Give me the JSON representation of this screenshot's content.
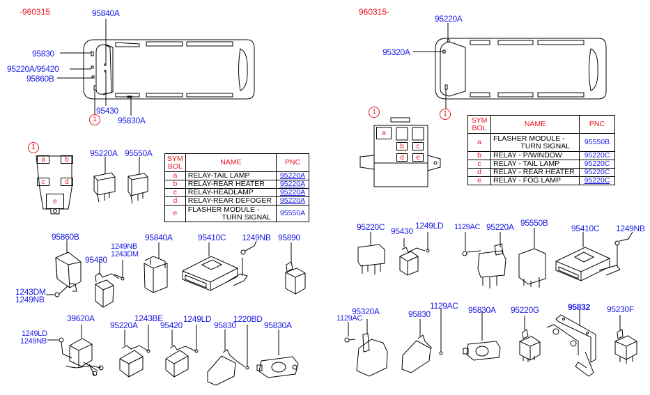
{
  "left": {
    "date_label": "-960315",
    "vehicle_callouts": [
      "95840A",
      "95830",
      "95220A/95420",
      "95860B",
      "95430",
      "95830A"
    ],
    "detail_ref": "1",
    "junction_block": {
      "ref": "1",
      "slots": [
        "a",
        "b",
        "c",
        "d",
        "e"
      ]
    },
    "table": {
      "headers": [
        "SYM BOL",
        "NAME",
        "PNC"
      ],
      "rows": [
        {
          "sym": "a",
          "name": "RELAY-TAIL LAMP",
          "pnc": "95220A"
        },
        {
          "sym": "b",
          "name": "RELAY-REAR HEATER",
          "pnc": "95220A"
        },
        {
          "sym": "c",
          "name": "RELAY-HEADLAMP",
          "pnc": "95220A"
        },
        {
          "sym": "d",
          "name": "RELAY-REAR DEFOGER",
          "pnc": "95220A"
        },
        {
          "sym": "e",
          "name": "FLASHER MODULE - TURN SIGNAL",
          "name_line1": "FLASHER MODULE -",
          "name_line2": "TURN SIGNAL",
          "pnc": "95550A"
        }
      ]
    },
    "parts": {
      "relay_a": "95220A",
      "relay_b": "95550A",
      "p95860B": "95860B",
      "p95430": "95430",
      "bolt1": "1249NB",
      "bolt1b": "1243DM",
      "bolt2": "1243DM",
      "bolt2b": "1249NB",
      "p95840A": "95840A",
      "p95410C": "95410C",
      "bolt3": "1249NB",
      "p95890": "95890",
      "p39620A": "39620A",
      "bolt4": "1249LD",
      "bolt4b": "1249NB",
      "p95220A": "95220A",
      "bolt5": "1243BE",
      "p95420": "95420",
      "bolt6": "1249LD",
      "p95830": "95830",
      "bolt7": "1220BD",
      "p95830A": "95830A"
    }
  },
  "right": {
    "date_label": "960315-",
    "vehicle_callouts": [
      "95220A",
      "95320A"
    ],
    "detail_ref": "1",
    "junction_block": {
      "ref": "1",
      "slots": [
        "a",
        "b",
        "c",
        "d",
        "e"
      ]
    },
    "table": {
      "headers": [
        "SYM BOL",
        "NAME",
        "PNC"
      ],
      "rows": [
        {
          "sym": "a",
          "name": "FLASHER MODULE - TURN SIGNAL",
          "name_line1": "FLASHER MODULE -",
          "name_line2": "TURN SIGNAL",
          "pnc": "95550B"
        },
        {
          "sym": "b",
          "name": "RELAY - P/WINDOW",
          "pnc": "95220C"
        },
        {
          "sym": "c",
          "name": "RELAY - TAIL LAMP",
          "pnc": "95220C"
        },
        {
          "sym": "d",
          "name": "RELAY - REAR HEATER",
          "pnc": "95220C"
        },
        {
          "sym": "e",
          "name": "RELAY - FOG LAMP",
          "pnc": "95220C"
        }
      ]
    },
    "parts": {
      "p95220C": "95220C",
      "p95430": "95430",
      "bolt1": "1249LD",
      "bolt2": "1129AC",
      "p95220A": "95220A",
      "p95550B": "95550B",
      "p95410C": "95410C",
      "bolt3": "1249NB",
      "bolt4": "1129AC",
      "p95320A": "95320A",
      "p95830": "95830",
      "bolt5": "1129AC",
      "p95830A": "95830A",
      "p95220G": "95220G",
      "p95832": "95832",
      "p95230F": "95230F"
    }
  },
  "colors": {
    "callout_text": "#1a1ae6",
    "symbol_text": "#e8141e",
    "line": "#000000"
  }
}
